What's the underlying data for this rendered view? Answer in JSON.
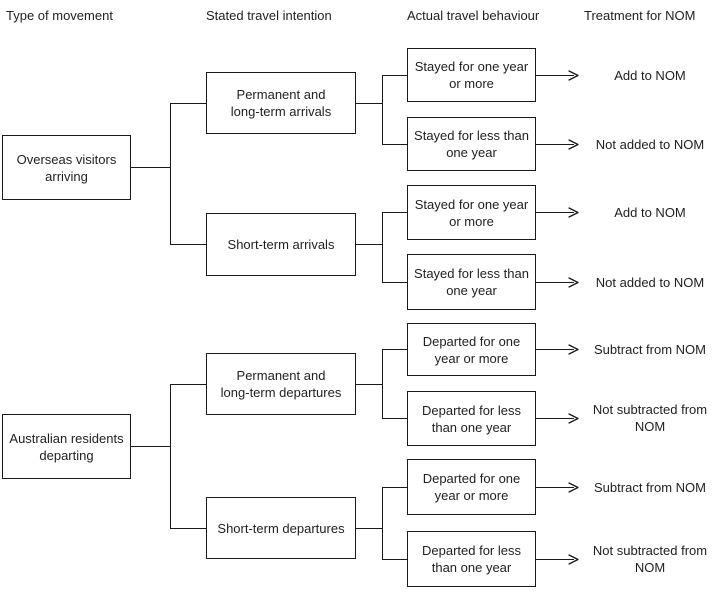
{
  "headers": [
    {
      "label": "Type of movement"
    },
    {
      "label": "Stated travel intention"
    },
    {
      "label": "Actual travel behaviour"
    },
    {
      "label": "Treatment for NOM"
    }
  ],
  "line_color": "#1a1a1a",
  "tree": [
    {
      "movement": "Overseas visitors\narriving",
      "intentions": [
        {
          "intention": "Permanent and\nlong-term arrivals",
          "behaviours": [
            {
              "behaviour": "Stayed for one year\nor more",
              "treatment": "Add to NOM"
            },
            {
              "behaviour": "Stayed for less than\none year",
              "treatment": "Not added to NOM"
            }
          ]
        },
        {
          "intention": "Short-term arrivals",
          "behaviours": [
            {
              "behaviour": "Stayed for one year\nor more",
              "treatment": "Add to NOM"
            },
            {
              "behaviour": "Stayed for less than\none year",
              "treatment": "Not added to NOM"
            }
          ]
        }
      ]
    },
    {
      "movement": "Australian residents\ndeparting",
      "intentions": [
        {
          "intention": "Permanent and\nlong-term departures",
          "behaviours": [
            {
              "behaviour": "Departed for one\nyear or more",
              "treatment": "Subtract from NOM"
            },
            {
              "behaviour": "Departed for less\nthan one year",
              "treatment": "Not subtracted from\nNOM"
            }
          ]
        },
        {
          "intention": "Short-term departures",
          "behaviours": [
            {
              "behaviour": "Departed for one\nyear or more",
              "treatment": "Subtract from NOM"
            },
            {
              "behaviour": "Departed for less\nthan one year",
              "treatment": "Not subtracted from\nNOM"
            }
          ]
        }
      ]
    }
  ]
}
